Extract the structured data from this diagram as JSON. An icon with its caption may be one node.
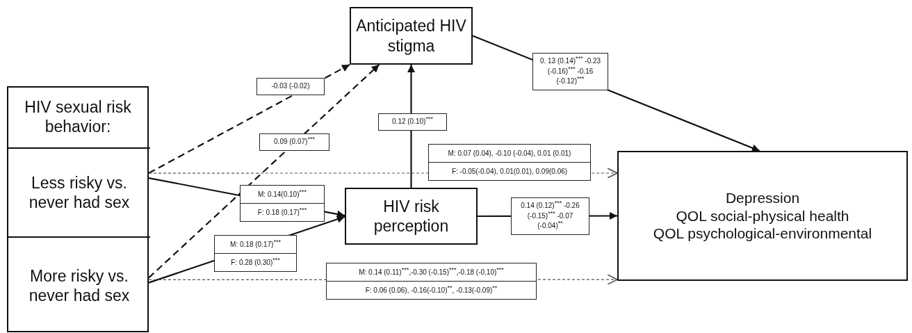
{
  "diagram": {
    "nodes": [
      {
        "text": [
          "HIV sexual risk behavior:"
        ]
      },
      {
        "text": [
          "Less risky vs. never had sex"
        ],
        "in": 0
      },
      {
        "text": [
          "More risky vs. never had sex"
        ],
        "in": 0
      },
      {
        "text": [
          "Anticipated HIV stigma"
        ]
      },
      {
        "text": [
          "HIV risk perception"
        ]
      },
      {
        "text": [
          "Depression",
          "QOL social-physical health",
          "QOL psychological-environmental"
        ]
      }
    ],
    "edges": [
      {
        "from": 1,
        "to": 3,
        "arrow": "to",
        "style": "dashed",
        "label": "-0.03 (-0.02)"
      },
      {
        "from": 2,
        "to": 3,
        "arrow": "to",
        "style": "dashed",
        "label": "0.09 (0.07)$^{***}$"
      },
      {
        "from": 1,
        "to": 4,
        "arrow": "to",
        "label": [
          "M: 0.14(0.10)$^{***}$",
          "F: 0.18 (0.17)$^{***}$"
        ]
      },
      {
        "from": 2,
        "to": 4,
        "arrow": "to",
        "label": [
          "M: 0.18 (0.17)$^{***}$",
          "F: 0.28 (0.30)$^{***}$"
        ]
      },
      {
        "from": 4,
        "to": 3,
        "arrow": "to",
        "label": "0.12 (0.10)$^{***}$"
      },
      {
        "from": 3,
        "to": 5,
        "arrow": "to",
        "label": "0. 13 (0.14)$^{***}$ -0.23 (-0.16)$^{***}$ -0.16 (-0.12)$^{***}$"
      },
      {
        "from": 4,
        "to": 5,
        "arrow": "to",
        "label": "0.14 (0.12)$^{***}$ -0.26 (-0.15)$^{***}$ -0.07 (-0.04)$^{**}$"
      },
      {
        "from": 1,
        "to": 5,
        "arrow": "to",
        "style": "dashed",
        "color": "#555555",
        "label": [
          "M: 0.07 (0.04), -0.10 (-0.04), 0.01 (0.01)",
          "F: -0.05(-0.04), 0.01(0.01), 0.09(0.06)"
        ]
      },
      {
        "from": 2,
        "to": 5,
        "arrow": "to",
        "style": "dashed",
        "color": "#555555",
        "label": [
          "M: 0.14 (0.11)$^{***}$,-0.30 (-0.15)$^{***}$,-0.18 (-0.10)$^{***}$",
          "F: 0.06 (0.06), -0.16(-0.10)$^{**}$, -0.13(-0.09)$^{**}$"
        ]
      }
    ]
  }
}
